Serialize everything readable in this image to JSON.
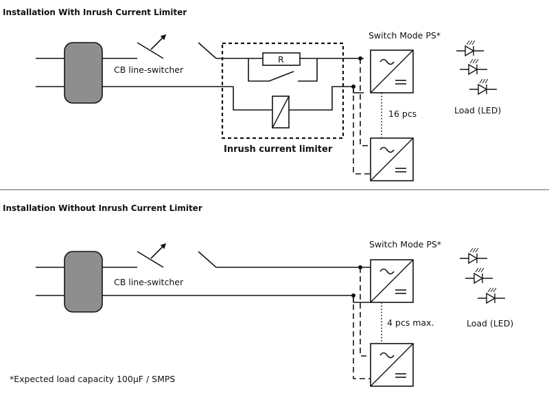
{
  "top": {
    "title": "Installation With Inrush Current Limiter",
    "breaker_label": "CB line-switcher",
    "resistor_label": "R",
    "limiter_label": "Inrush current limiter",
    "psu_label": "Switch Mode PS*",
    "count_label": "16 pcs",
    "load_label": "Load (LED)"
  },
  "bottom": {
    "title": "Installation Without Inrush Current Limiter",
    "breaker_label": "CB line-switcher",
    "psu_label": "Switch Mode PS*",
    "count_label": "4 pcs max.",
    "load_label": "Load (LED)"
  },
  "footnote": "*Expected load capacity 100µF / SMPS",
  "colors": {
    "line": "#111111",
    "breaker_fill": "#8e8e8e",
    "separator": "#777777"
  },
  "icons": [
    "circuit-breaker-icon",
    "switch-icon",
    "resistor-icon",
    "relay-coil-icon",
    "smps-icon",
    "led-icon"
  ]
}
